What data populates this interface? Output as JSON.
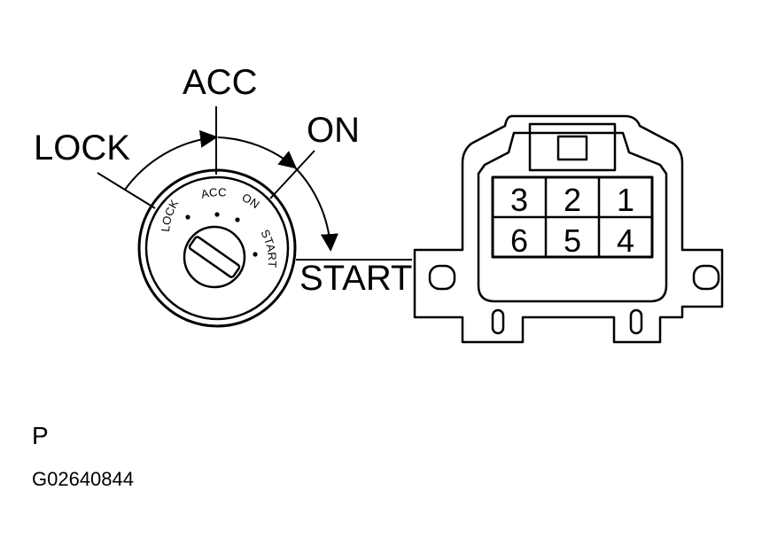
{
  "ignition": {
    "positions": {
      "lock": "LOCK",
      "acc": "ACC",
      "on": "ON",
      "start": "START"
    }
  },
  "connector": {
    "pins": [
      "3",
      "2",
      "1",
      "6",
      "5",
      "4"
    ]
  },
  "footer": {
    "letter": "P",
    "figure_code": "G02640844"
  }
}
